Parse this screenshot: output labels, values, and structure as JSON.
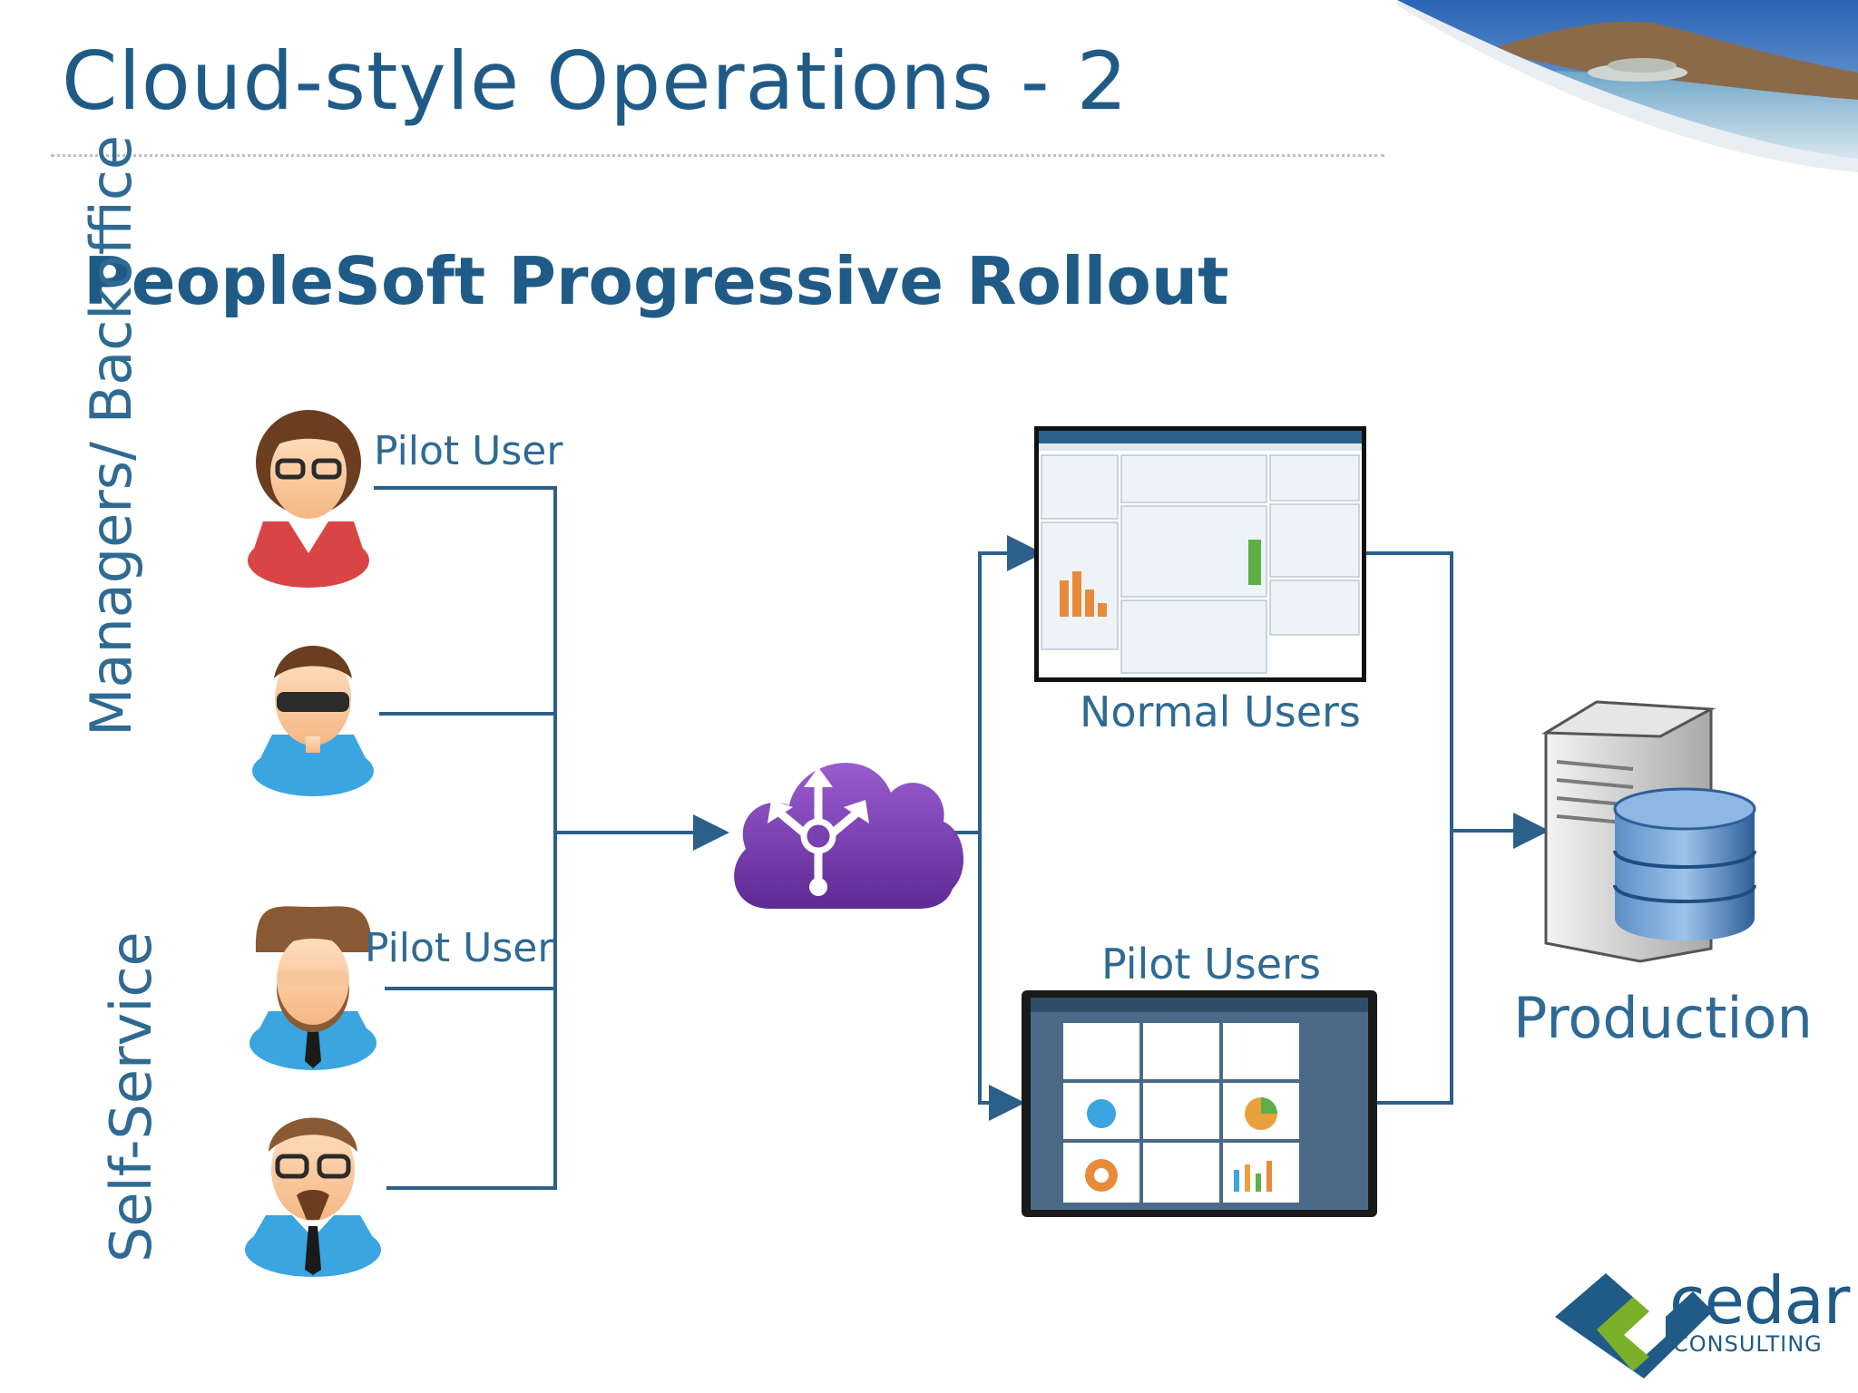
{
  "slide": {
    "title": "Cloud-style Operations - 2",
    "subtitle": "PeopleSoft Progressive Rollout"
  },
  "groups": {
    "managers": "Managers/ Backoffice",
    "self_service": "Self-Service"
  },
  "users": {
    "pilot_user_top": "Pilot User",
    "pilot_user_bottom": "Pilot User"
  },
  "targets": {
    "normal_users": "Normal Users",
    "pilot_users": "Pilot Users",
    "production": "Production"
  },
  "logo": {
    "name": "cedar",
    "tagline": "CONSULTING"
  },
  "colors": {
    "title": "#1f5b86",
    "connector": "#2c5f8a",
    "cloud": "#7a3fb0"
  },
  "icons": [
    "user-avatar-icon",
    "cloud-router-icon",
    "server-database-icon",
    "landscape-photo"
  ]
}
